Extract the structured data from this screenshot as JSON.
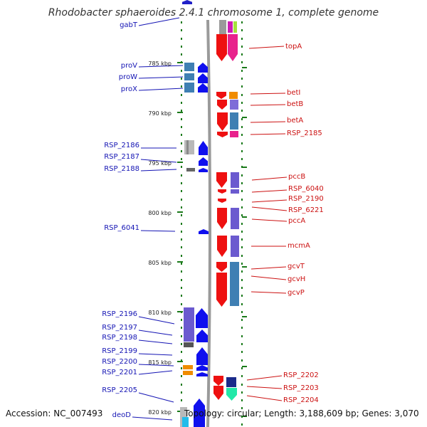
{
  "title": "Rhodobacter sphaeroides 2.4.1 chromosome 1, complete genome",
  "footer": {
    "accession": "Accession: NC_007493",
    "topology": "Topology: circular; Length: 3,188,609 bp; Genes: 3,070"
  },
  "colors": {
    "forward_strand_cds": "#1010ee",
    "reverse_strand_cds": "#ee1010",
    "forward_label": "#1414b4",
    "reverse_label": "#cc1111",
    "backbone": "#9a9a9a",
    "ticks": "#1a7a1a"
  },
  "scale_labels": [
    "785 kbp",
    "790 kbp",
    "795 kbp",
    "800 kbp",
    "805 kbp",
    "810 kbp",
    "815 kbp",
    "820 kbp"
  ],
  "forward_genes": [
    "gabT",
    "proV",
    "proW",
    "proX",
    "RSP_2186",
    "RSP_2187",
    "RSP_2188",
    "RSP_6041",
    "RSP_2196",
    "RSP_2197",
    "RSP_2198",
    "RSP_2199",
    "RSP_2200",
    "RSP_2201",
    "RSP_2205",
    "deoD"
  ],
  "reverse_genes": [
    "topA",
    "betI",
    "betB",
    "betA",
    "RSP_2185",
    "pccB",
    "RSP_6040",
    "RSP_2190",
    "RSP_6221",
    "pccA",
    "mcmA",
    "gcvT",
    "gcvH",
    "gcvP",
    "RSP_2202",
    "RSP_2203",
    "RSP_2204"
  ]
}
